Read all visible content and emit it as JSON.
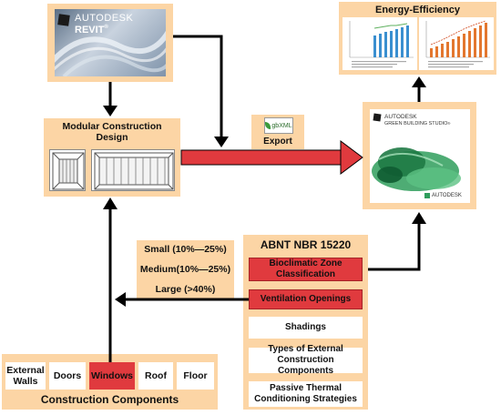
{
  "revit": {
    "brand": "AUTODESK",
    "product": "REVIT",
    "trademark": "®"
  },
  "modular": {
    "title_line1": "Modular Construction",
    "title_line2": "Design"
  },
  "export": {
    "label": "Export",
    "logo_text": "gbXML"
  },
  "gbs": {
    "brand": "AUTODESK",
    "product": "GREEN BUILDING STUDIO",
    "trademark": "®",
    "footer_brand": "AUTODESK"
  },
  "energy": {
    "title": "Energy-Efficiency"
  },
  "window_sizes": {
    "items": [
      "Small (10%—25%)",
      "Medium(10%—25%)",
      "Large (>40%)"
    ]
  },
  "abnt": {
    "title": "ABNT NBR 15220",
    "items": [
      {
        "line1": "Bioclimatic Zone",
        "line2": "Classification",
        "highlighted": true
      },
      {
        "line1": "Ventilation Openings",
        "line2": "",
        "highlighted": true
      },
      {
        "line1": "Shadings",
        "line2": "",
        "highlighted": false
      },
      {
        "line1": "Types of External",
        "line2": "Construction Components",
        "highlighted": false
      },
      {
        "line1": "Passive Thermal",
        "line2": "Conditioning Strategies",
        "highlighted": false
      }
    ]
  },
  "components": {
    "title": "Construction Components",
    "items": [
      {
        "line1": "External",
        "line2": "Walls",
        "highlighted": false
      },
      {
        "line1": "Doors",
        "line2": "",
        "highlighted": false
      },
      {
        "line1": "Windows",
        "line2": "",
        "highlighted": true
      },
      {
        "line1": "Roof",
        "line2": "",
        "highlighted": false
      },
      {
        "line1": "Floor",
        "line2": "",
        "highlighted": false
      }
    ]
  },
  "colors": {
    "orange": "#fcd5a5",
    "highlight": "#e03a3e",
    "arrow": "#000000",
    "export_arrow": "#e03a3e"
  }
}
